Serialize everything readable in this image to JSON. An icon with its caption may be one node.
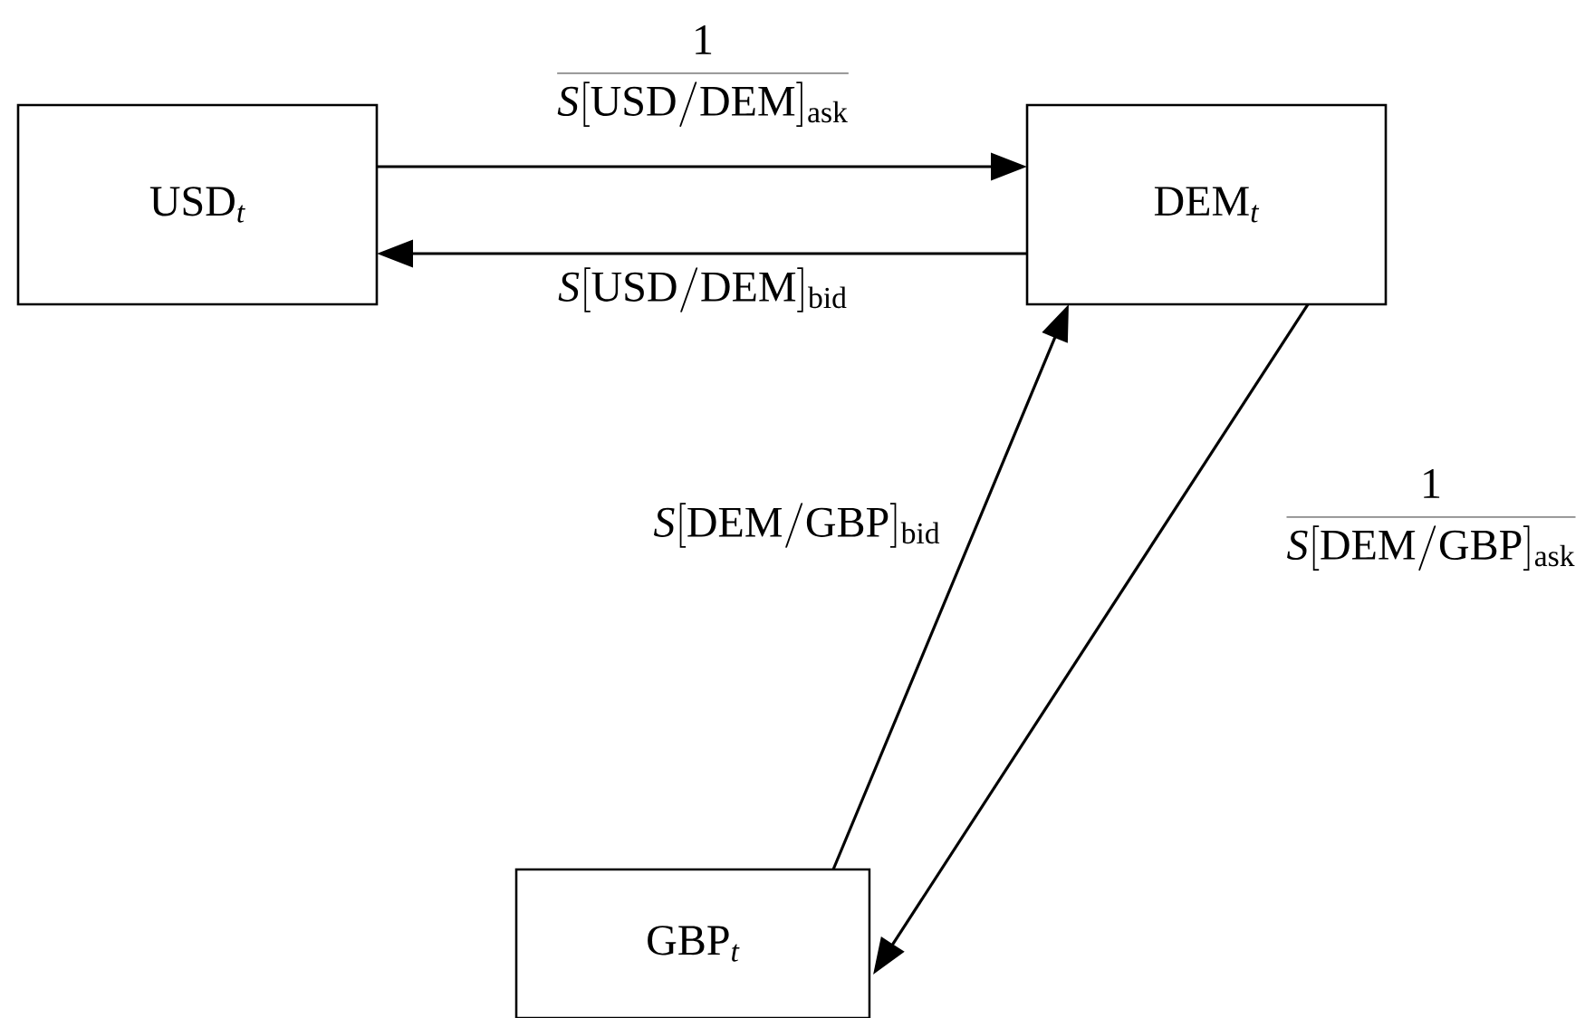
{
  "diagram": {
    "nodes": [
      {
        "text": [
          "\\mathrm{USD}_{t}"
        ]
      },
      {
        "text": [
          "\\mathrm{DEM}_{t}"
        ]
      },
      {
        "text": [
          "\\mathrm{GBP}_{t}"
        ]
      }
    ],
    "edges": [
      {
        "from": 0,
        "to": 1,
        "arrow": "to",
        "label": "\\frac{1}{S[\\mathrm{USD/DEM}]_{\\mathrm{ask}}}"
      },
      {
        "from": 1,
        "to": 0,
        "arrow": "to",
        "label": "S[\\mathrm{USD/DEM}]_{\\mathrm{bid}}"
      },
      {
        "from": 2,
        "to": 1,
        "arrow": "to",
        "label": "S[\\mathrm{DEM/GBP}]_{\\mathrm{bid}}"
      },
      {
        "from": 1,
        "to": 2,
        "arrow": "to",
        "label": "\\frac{1}{S[\\mathrm{DEM/GBP}]_{\\mathrm{ask}}}"
      }
    ]
  }
}
